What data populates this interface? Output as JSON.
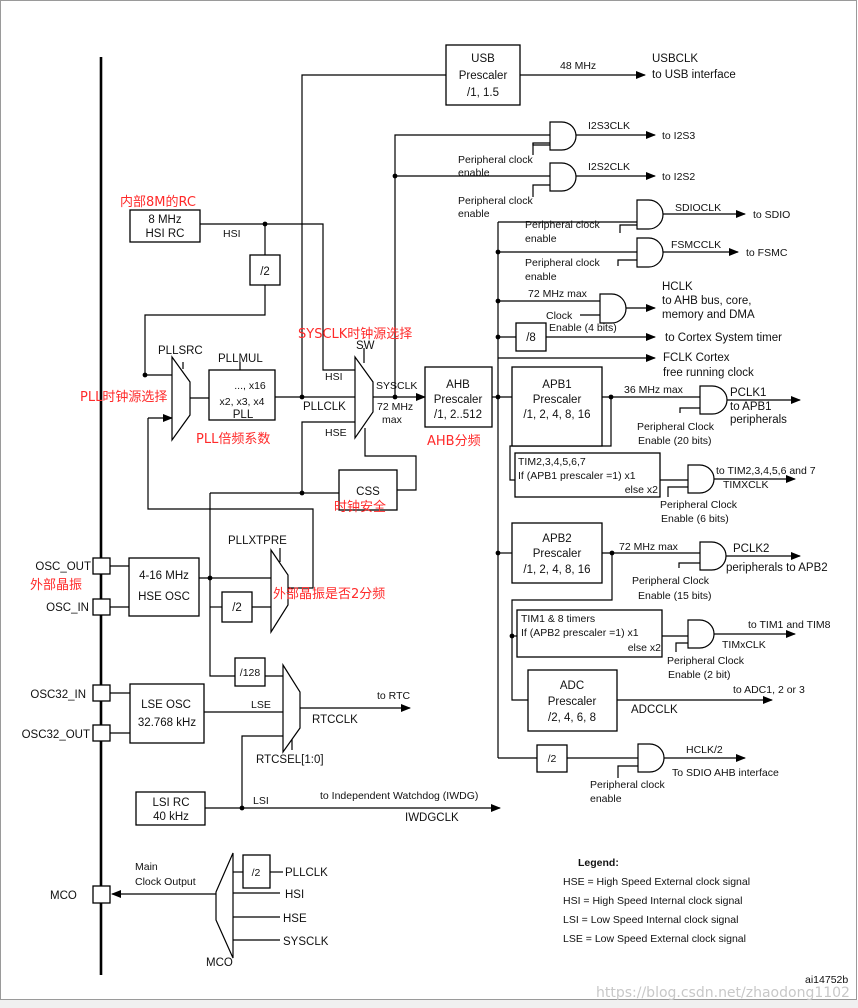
{
  "colors": {
    "annotation": "#ff2a2a",
    "line": "#000000",
    "watermark": "#c8c8c8"
  },
  "annotations": {
    "hsi_rc": "内部8M的RC",
    "sysclk_select": "SYSCLK时钟源选择",
    "pll_src_select": "PLL时钟源选择",
    "pll_mul": "PLL倍频系数",
    "ahb_div": "AHB分频",
    "css": "时钟安全",
    "hse": "外部晶振",
    "hse_div2": "外部晶振是否2分频"
  },
  "usb": {
    "title": "USB",
    "sub": "Prescaler",
    "ratio": "/1, 1.5",
    "freq": "48 MHz",
    "out": "USBCLK",
    "dest": "to USB interface"
  },
  "i2s3": {
    "clk": "I2S3CLK",
    "dest": "to I2S3",
    "enable1": "Peripheral clock",
    "enable2": "enable"
  },
  "i2s2": {
    "clk": "I2S2CLK",
    "dest": "to I2S2",
    "enable1": "Peripheral clock",
    "enable2": "enable"
  },
  "sdio": {
    "clk": "SDIOCLK",
    "dest": "to SDIO",
    "enable1": "Peripheral clock",
    "enable2": "enable"
  },
  "fsmc": {
    "clk": "FSMCCLK",
    "dest": "to FSMC",
    "enable1": "Peripheral clock",
    "enable2": "enable"
  },
  "hclk": {
    "max": "72 MHz max",
    "name": "HCLK",
    "dest1": "to AHB bus, core,",
    "dest2": "memory and DMA",
    "enable1": "Clock",
    "enable2": "Enable (4 bits)"
  },
  "systick": {
    "div": "/8",
    "dest": "to Cortex System timer"
  },
  "fclk": {
    "line1": "FCLK Cortex",
    "line2": "free running clock"
  },
  "ahb": {
    "title": "AHB",
    "sub": "Prescaler",
    "ratio": "/1, 2..512"
  },
  "apb1": {
    "title": "APB1",
    "sub": "Prescaler",
    "ratio": "/1, 2, 4, 8, 16",
    "max": "36 MHz max",
    "out": "PCLK1",
    "dest1": "to APB1",
    "dest2": "peripherals",
    "enable1": "Peripheral Clock",
    "enable2": "Enable (20 bits)"
  },
  "tim_apb1": {
    "line1": "TIM2,3,4,5,6,7",
    "line2": "If (APB1 prescaler =1) x1",
    "line3": "else  x2",
    "dest": "to TIM2,3,4,5,6 and 7",
    "out": "TIMXCLK",
    "enable1": "Peripheral Clock",
    "enable2": "Enable (6 bits)"
  },
  "apb2": {
    "title": "APB2",
    "sub": "Prescaler",
    "ratio": "/1, 2, 4, 8, 16",
    "max": "72 MHz max",
    "out": "PCLK2",
    "dest": "peripherals to APB2",
    "enable1": "Peripheral Clock",
    "enable2": "Enable (15 bits)"
  },
  "tim_apb2": {
    "line1": "TIM1 & 8 timers",
    "line2": "If (APB2 prescaler =1) x1",
    "line3": "else x2",
    "dest": "to TIM1 and TIM8",
    "out": "TIMxCLK",
    "enable1": "Peripheral Clock",
    "enable2": "Enable (2 bit)"
  },
  "adc": {
    "title": "ADC",
    "sub": "Prescaler",
    "ratio": "/2, 4, 6, 8",
    "dest": "to ADC1, 2 or 3",
    "out": "ADCCLK"
  },
  "sdio_ahb": {
    "div": "/2",
    "out": "HCLK/2",
    "dest": "To SDIO AHB interface",
    "enable1": "Peripheral clock",
    "enable2": "enable"
  },
  "hsi": {
    "line1": "8 MHz",
    "line2": "HSI RC",
    "signal": "HSI",
    "div": "/2"
  },
  "pll": {
    "src": "PLLSRC",
    "mul": "PLLMUL",
    "line1": "..., x16",
    "line2": "x2, x3, x4",
    "line3": "PLL",
    "out": "PLLCLK"
  },
  "sw": {
    "label": "SW",
    "hsi": "HSI",
    "hse": "HSE",
    "sysclk": "SYSCLK",
    "max1": "72 MHz",
    "max2": "max"
  },
  "css": {
    "label": "CSS"
  },
  "hse": {
    "line1": "4-16 MHz",
    "line2": "HSE OSC",
    "pin_out": "OSC_OUT",
    "pin_in": "OSC_IN",
    "prediv": "PLLXTPRE",
    "div": "/2",
    "rtc_div": "/128"
  },
  "lse": {
    "line1": "LSE OSC",
    "line2": "32.768 kHz",
    "pin_in": "OSC32_IN",
    "pin_out": "OSC32_OUT",
    "signal": "LSE"
  },
  "rtc": {
    "dest": "to RTC",
    "out": "RTCCLK",
    "sel": "RTCSEL[1:0]"
  },
  "lsi": {
    "line1": "LSI RC",
    "line2": "40 kHz",
    "signal": "LSI",
    "dest": "to Independent Watchdog (IWDG)",
    "out": "IWDGCLK"
  },
  "mco": {
    "pin": "MCO",
    "label1": "Main",
    "label2": "Clock Output",
    "div": "/2",
    "inputs": [
      "PLLCLK",
      "HSI",
      "HSE",
      "SYSCLK"
    ],
    "mux": "MCO"
  },
  "legend": {
    "title": "Legend:",
    "items": [
      "HSE = High Speed External clock signal",
      "HSI = High Speed Internal clock signal",
      "LSI = Low Speed Internal clock signal",
      "LSE = Low Speed External clock signal"
    ]
  },
  "figure_id": "ai14752b",
  "watermark": "https://blog.csdn.net/zhaodong1102"
}
